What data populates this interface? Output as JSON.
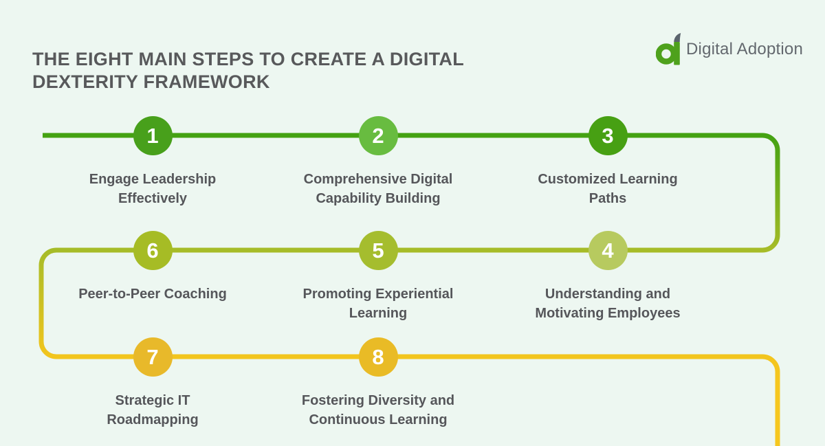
{
  "title": "THE EIGHT MAIN STEPS TO CREATE A DIGITAL DEXTERITY FRAMEWORK",
  "logo": {
    "text": "Digital Adoption",
    "icon": "digital-adoption-a-icon",
    "icon_green": "#4ea11c",
    "icon_gray": "#5b646d"
  },
  "colors": {
    "background": "#edf7f1",
    "title_text": "#58595b",
    "label_text": "#55565a",
    "line_green": "#44a212",
    "line_olive": "#a6bc28",
    "line_yellow": "#f3c51d",
    "line_yellow_end": "#f6c71f"
  },
  "steps": [
    {
      "number": "1",
      "label": "Engage Leadership Effectively",
      "circle_color": "#48a01b"
    },
    {
      "number": "2",
      "label": "Comprehensive Digital Capability Building",
      "circle_color": "#68bc40"
    },
    {
      "number": "3",
      "label": "Customized Learning Paths",
      "circle_color": "#47a013"
    },
    {
      "number": "4",
      "label": "Understanding and Motivating Employees",
      "circle_color": "#b7ca5f"
    },
    {
      "number": "5",
      "label": "Promoting Experiential Learning",
      "circle_color": "#a5bd2e"
    },
    {
      "number": "6",
      "label": "Peer-to-Peer Coaching",
      "circle_color": "#a6bc25"
    },
    {
      "number": "7",
      "label": "Strategic IT Roadmapping",
      "circle_color": "#e8b92a"
    },
    {
      "number": "8",
      "label": "Fostering Diversity and Continuous Learning",
      "circle_color": "#e9bb26"
    }
  ]
}
